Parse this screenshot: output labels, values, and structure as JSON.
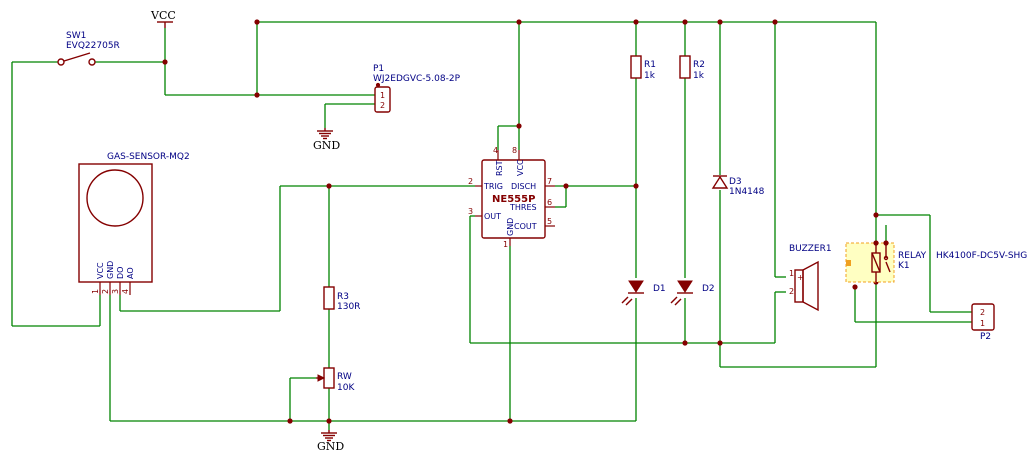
{
  "power": {
    "vcc": "VCC",
    "gnd_top": "GND",
    "gnd_bottom": "GND"
  },
  "sw1": {
    "ref": "SW1",
    "value": "EVQ22705R"
  },
  "p1": {
    "ref": "P1",
    "value": "WJ2EDGVC-5.08-2P",
    "pins": [
      "1",
      "2"
    ]
  },
  "sensor": {
    "ref": "GAS-SENSOR-MQ2",
    "pin_names": [
      "VCC",
      "GND",
      "DO",
      "AO"
    ],
    "pin_numbers": [
      "1",
      "2",
      "3",
      "4"
    ]
  },
  "u1": {
    "value": "NE555P",
    "pin_names": {
      "rst": "RST",
      "vcc": "VCC",
      "trig": "TRIG",
      "disch": "DISCH",
      "thres": "THRES",
      "out": "OUT",
      "gnd": "GND",
      "cout": "COUT"
    },
    "pin_numbers": {
      "rst": "4",
      "vcc": "8",
      "trig": "2",
      "disch": "7",
      "thres": "6",
      "out": "3",
      "gnd": "1",
      "cout": "5"
    }
  },
  "r1": {
    "ref": "R1",
    "value": "1k"
  },
  "r2": {
    "ref": "R2",
    "value": "1k"
  },
  "r3": {
    "ref": "R3",
    "value": "130R"
  },
  "rw": {
    "ref": "RW",
    "value": "10K"
  },
  "d1": {
    "ref": "D1"
  },
  "d2": {
    "ref": "D2"
  },
  "d3": {
    "ref": "D3",
    "value": "1N4148"
  },
  "buzzer": {
    "ref": "BUZZER1",
    "pins": [
      "1",
      "2"
    ]
  },
  "relay": {
    "ref": "RELAY",
    "value": "HK4100F-DC5V-SHG",
    "designator": "K1"
  },
  "p2": {
    "ref": "P2",
    "pins": [
      "2",
      "1"
    ]
  },
  "colors": {
    "wire": "#008400",
    "component": "#840000",
    "text": "#000084",
    "relay_fill": "#ffffc2",
    "relay_border": "#f0a020"
  }
}
